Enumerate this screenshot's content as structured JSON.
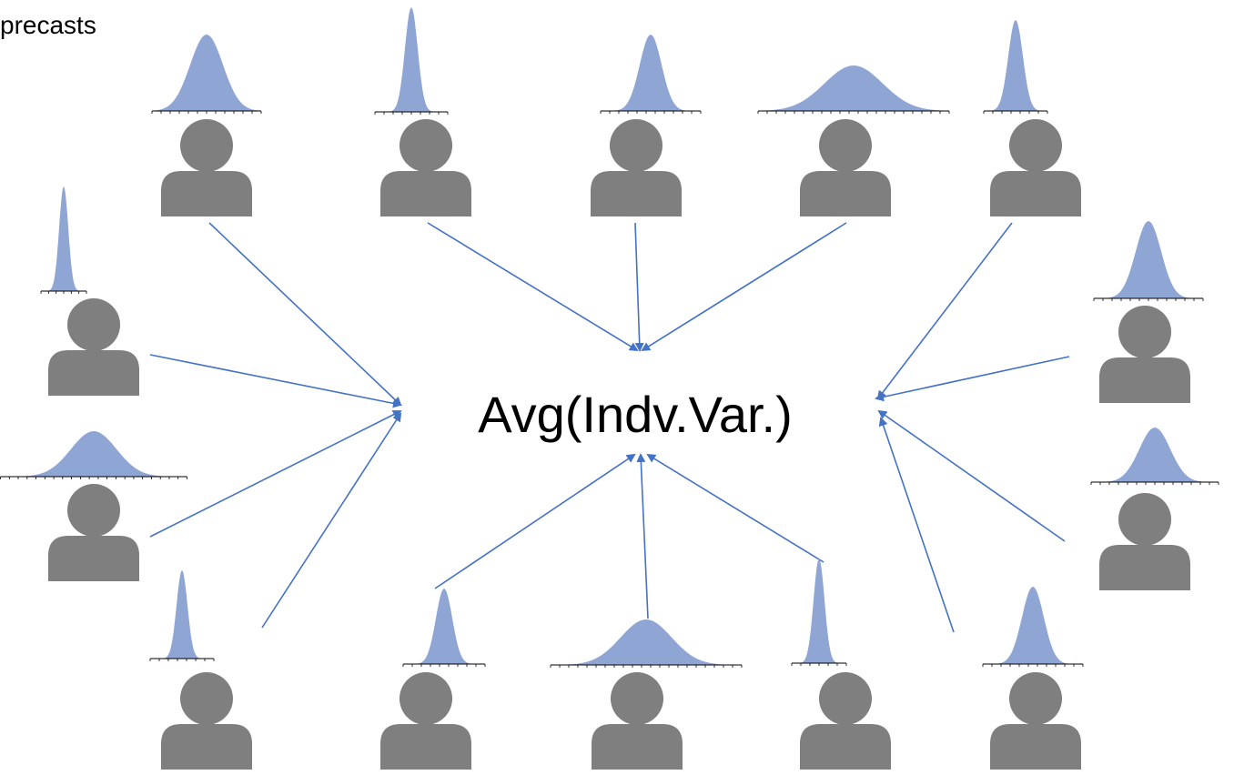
{
  "caption_partial": "precasts",
  "center_label": "Avg(Indv.Var.)",
  "colors": {
    "curve": "#8fa5d3",
    "person": "#7f7f7f",
    "arrow": "#4472c4",
    "axis": "#000000"
  },
  "icon_names": {
    "person": "person-icon",
    "distribution": "bell-curve-icon"
  },
  "forecasters": [
    {
      "id": "top-1",
      "spread": "medium"
    },
    {
      "id": "top-2",
      "spread": "narrow"
    },
    {
      "id": "top-3",
      "spread": "medium"
    },
    {
      "id": "top-4",
      "spread": "wide"
    },
    {
      "id": "top-5",
      "spread": "narrow"
    },
    {
      "id": "left-1",
      "spread": "narrow"
    },
    {
      "id": "left-2",
      "spread": "wide"
    },
    {
      "id": "bottom-1",
      "spread": "narrow"
    },
    {
      "id": "bottom-2",
      "spread": "medium"
    },
    {
      "id": "bottom-3",
      "spread": "wide"
    },
    {
      "id": "bottom-4",
      "spread": "narrow"
    },
    {
      "id": "bottom-5",
      "spread": "medium"
    },
    {
      "id": "right-1",
      "spread": "medium"
    },
    {
      "id": "right-2",
      "spread": "medium"
    }
  ]
}
